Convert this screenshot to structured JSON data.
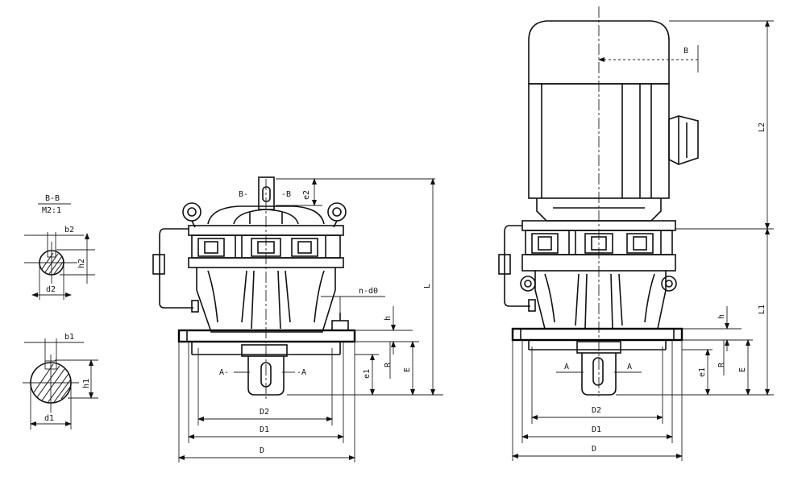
{
  "section_bb": {
    "title": "B-B",
    "scale": "M2:1"
  },
  "left_shaft_small": {
    "b": "b2",
    "h": "h2",
    "d": "d2"
  },
  "left_shaft_large": {
    "b": "b1",
    "h": "h1",
    "d": "d1"
  },
  "view1": {
    "section_mark_left": "B-",
    "section_mark_right": "-B",
    "key_mark_left": "A-",
    "key_mark_right": "-A",
    "e2": "e2",
    "n_d0": "n-d0",
    "h": "h",
    "R": "R",
    "E": "E",
    "e1": "e1",
    "L": "L",
    "D2": "D2",
    "D1": "D1",
    "D": "D"
  },
  "view2": {
    "section_mark": "B",
    "key_mark_left": "A",
    "key_mark_right": "A",
    "L2": "L2",
    "L1": "L1",
    "h": "h",
    "R": "R",
    "E": "E",
    "e1": "e1",
    "D2": "D2",
    "D1": "D1",
    "D": "D"
  }
}
